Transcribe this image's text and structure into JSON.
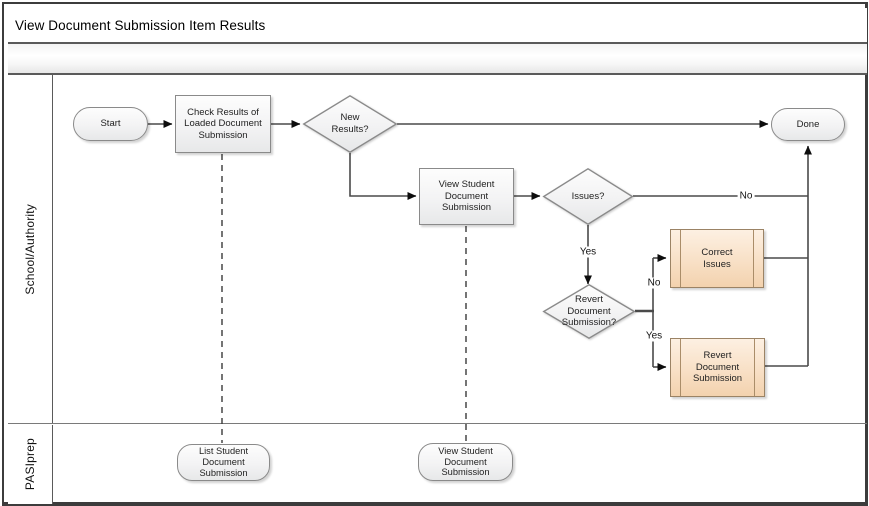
{
  "title": "View Document Submission Item Results",
  "lanes": {
    "school": "School/Authority",
    "pasiprep": "PASIprep"
  },
  "nodes": {
    "start": "Start",
    "check_results": "Check Results of Loaded Document Submission",
    "new_results": "New Results?",
    "done": "Done",
    "view_student": "View Student Document Submission",
    "issues": "Issues?",
    "revert_question": "Revert Document Submission?",
    "correct_issues": "Correct Issues",
    "revert_submission": "Revert Document Submission",
    "pasi_list_student": "List Student Document Submission",
    "pasi_view_student": "View Student Document Submission"
  },
  "edge_labels": {
    "issues_no": "No",
    "issues_yes": "Yes",
    "revert_no": "No",
    "revert_yes": "Yes"
  },
  "colors": {
    "connector": "#4a4a4a",
    "shape_border": "#8a8a8a",
    "subprocess_fill_top": "#fdf0e2",
    "subprocess_fill_bottom": "#f3d2ae",
    "subprocess_border": "#9b8365"
  }
}
